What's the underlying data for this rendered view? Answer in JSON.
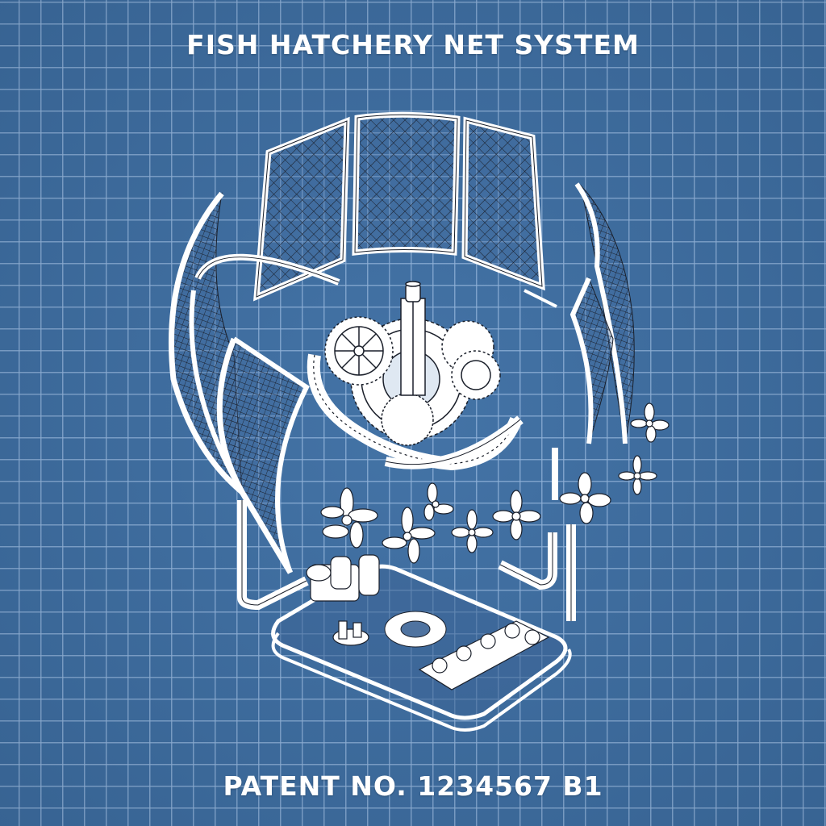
{
  "diagram": {
    "title": "FISH HATCHERY NET SYSTEM",
    "footer": "PATENT NO. 1234567 B1",
    "style": "blueprint exploded isometric illustration",
    "colors": {
      "background": "#3f6e9f",
      "grid_lines": "#a0bee1",
      "linework": "#ffffff",
      "ink": "#1a1f2a"
    },
    "components": [
      {
        "id": "net-panels-upper",
        "label": "curved framed net panels (upper ring)"
      },
      {
        "id": "net-panels-left",
        "label": "curved framed net panels (left side)"
      },
      {
        "id": "net-panels-right",
        "label": "curved framed net panels (right side)"
      },
      {
        "id": "gear-assembly",
        "label": "central drive shaft with gear train"
      },
      {
        "id": "toothed-ring",
        "label": "segmented toothed support ring"
      },
      {
        "id": "impellers",
        "label": "propeller / impeller blades"
      },
      {
        "id": "piping",
        "label": "water pipes and fittings"
      },
      {
        "id": "pump-unit",
        "label": "pump and valve cluster"
      },
      {
        "id": "base-plate",
        "label": "rounded base plate with center flange"
      },
      {
        "id": "manifold",
        "label": "multi-port manifold block"
      }
    ]
  }
}
